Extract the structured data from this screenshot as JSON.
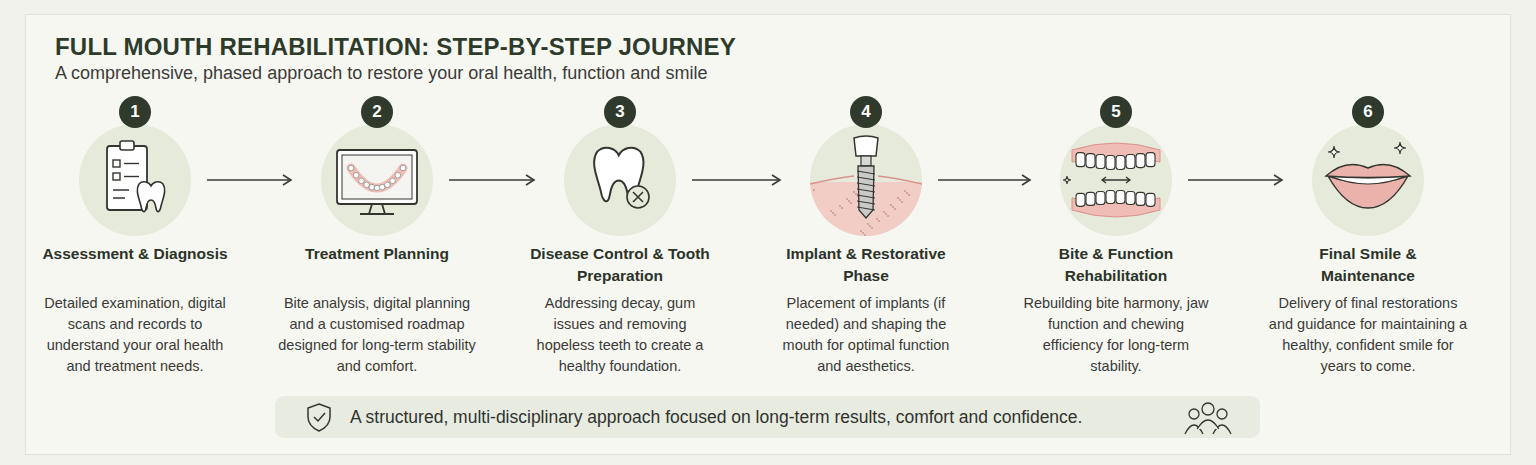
{
  "diagram": {
    "title": "FULL MOUTH REHABILITATION: STEP-BY-STEP JOURNEY",
    "caption": "A comprehensive, phased approach to restore your oral health, function and smile",
    "nodes": [
      {
        "text": [
          "Assessment & Diagnosis",
          "Detailed examination, digital scans and records to understand your oral health and treatment needs."
        ]
      },
      {
        "text": [
          "1"
        ],
        "in": 0
      },
      {
        "text": [
          "Treatment Planning",
          "Bite analysis, digital planning and a customised roadmap designed for long-term stability and comfort."
        ]
      },
      {
        "text": [
          "2"
        ],
        "in": 2
      },
      {
        "text": [
          "Disease Control & Tooth Preparation",
          "Addressing decay, gum issues and removing hopeless teeth to create a healthy foundation."
        ]
      },
      {
        "text": [
          "3"
        ],
        "in": 4
      },
      {
        "text": [
          "Implant & Restorative Phase",
          "Placement of implants (if needed) and shaping the mouth for optimal function and aesthetics."
        ]
      },
      {
        "text": [
          "4"
        ],
        "in": 6
      },
      {
        "text": [
          "Bite & Function Rehabilitation",
          "Rebuilding bite harmony, jaw function and chewing efficiency for long-term stability."
        ]
      },
      {
        "text": [
          "5"
        ],
        "in": 8
      },
      {
        "text": [
          "Final Smile & Maintenance",
          "Delivery of final restorations and guidance for maintaining a healthy, confident smile for years to come."
        ]
      },
      {
        "text": [
          "6"
        ],
        "in": 10
      },
      {
        "text": [
          "A structured, multi-disciplinary approach focused on long-term results, comfort and confidence."
        ]
      }
    ],
    "edges": [
      {
        "from": 0,
        "to": 2,
        "arrow": "to"
      },
      {
        "from": 2,
        "to": 4,
        "arrow": "to"
      },
      {
        "from": 4,
        "to": 6,
        "arrow": "to"
      },
      {
        "from": 6,
        "to": 8,
        "arrow": "to"
      },
      {
        "from": 8,
        "to": 10,
        "arrow": "to"
      }
    ]
  }
}
